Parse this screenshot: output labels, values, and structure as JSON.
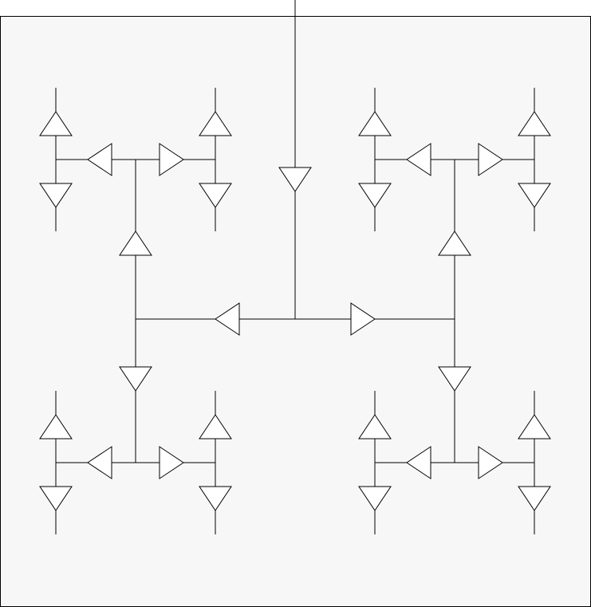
{
  "diagram": {
    "type": "clock-distribution-h-tree",
    "colors": {
      "background": "#f7f7f7",
      "line": "#000000",
      "buffer_fill": "#ffffff"
    },
    "levels": 4,
    "buffer_symbol": "triangle",
    "text_labels": []
  }
}
